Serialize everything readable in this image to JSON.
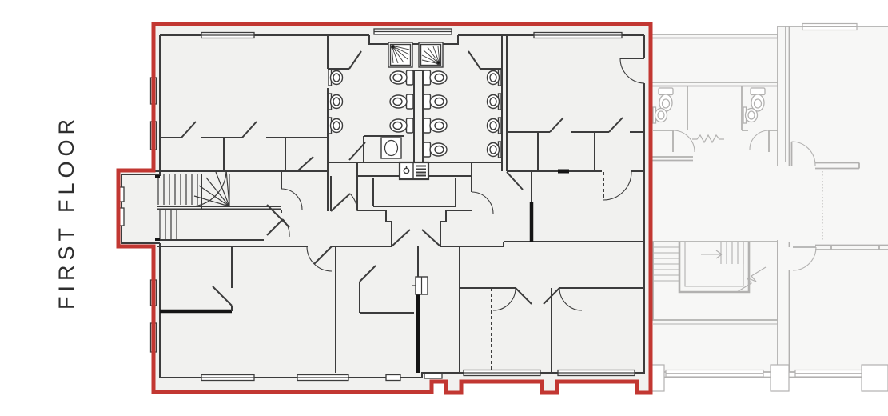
{
  "title": {
    "label": "FIRST FLOOR"
  },
  "colors": {
    "highlight_outline": "#c23732",
    "walls": "#3c3c3c",
    "wall_fill_dark": "#141414",
    "floor_fill": "#f1f1ef",
    "adjacent_walls": "#b2b1b0",
    "adjacent_floor": "#f7f7f6",
    "background": "#ffffff",
    "label_color": "#2e2e2e"
  },
  "plan": {
    "highlighted_area": "first-floor-demise (red outline)",
    "main_building": {
      "fixtures": {
        "showers": 2,
        "toilets_left_washroom": 3,
        "toilets_right_washroom": 4,
        "wall_basins_left_washroom": 3,
        "wall_basins_right_washroom": 4,
        "closet_basins": 1,
        "kitchen_sink_units": 1,
        "staircases": 1,
        "wall_panel_units": 1
      }
    },
    "adjacent_wing": {
      "fixtures": {
        "toilets": 2,
        "wall_basins": 2,
        "staircases": 1
      }
    }
  }
}
